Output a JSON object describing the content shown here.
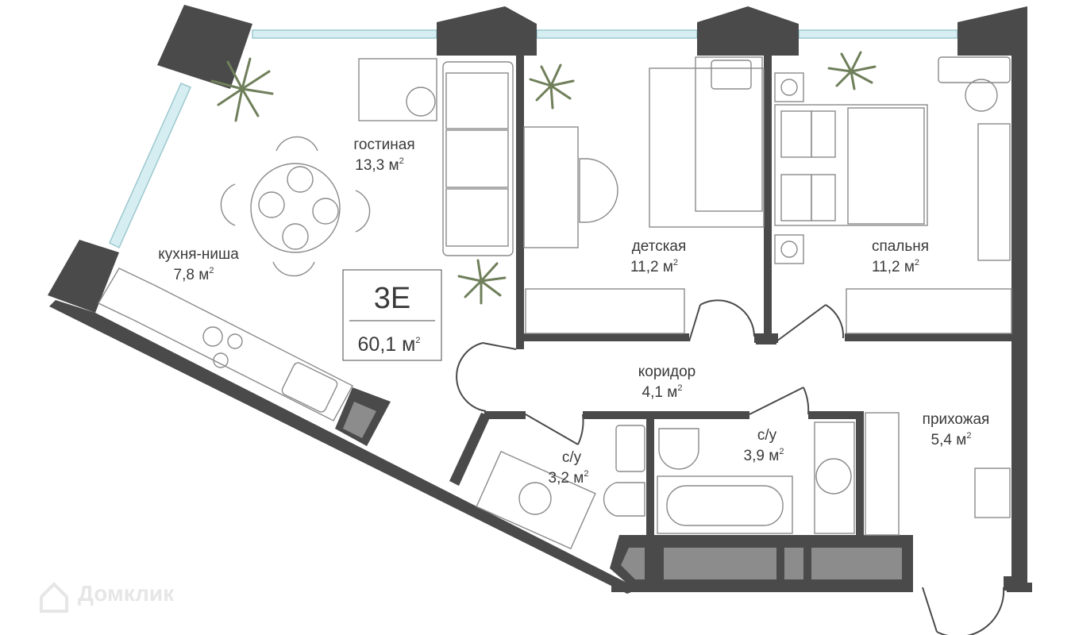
{
  "apartment": {
    "type": "3E",
    "area_value": "60,1 м",
    "area_sup": "2"
  },
  "rooms": [
    {
      "name": "гостиная",
      "area": "13,3 м",
      "sup": "2"
    },
    {
      "name": "кухня-ниша",
      "area": "7,8 м",
      "sup": "2"
    },
    {
      "name": "детская",
      "area": "11,2 м",
      "sup": "2"
    },
    {
      "name": "спальня",
      "area": "11,2 м",
      "sup": "2"
    },
    {
      "name": "коридор",
      "area": "4,1 м",
      "sup": "2"
    },
    {
      "name": "с/у",
      "area": "3,2 м",
      "sup": "2"
    },
    {
      "name": "с/у",
      "area": "3,9 м",
      "sup": "2"
    },
    {
      "name": "прихожая",
      "area": "5,4 м",
      "sup": "2"
    }
  ],
  "watermark": {
    "text": "Домклик"
  },
  "colors": {
    "wall": "#4a4a4a",
    "window": "#d6eef2",
    "furniture_stroke": "#8a8a8a",
    "plant": "#6f7f5a",
    "shaft": "#8c8c8c"
  }
}
